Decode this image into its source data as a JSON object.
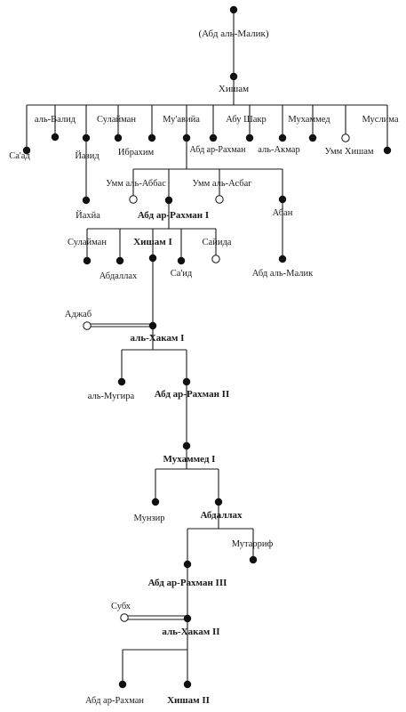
{
  "people": {
    "abd_al_malik_root": "(Абд аль-Малик)",
    "hisham": "Хишам",
    "al_walid": "аль-Валид",
    "sulayman": "Сулайман",
    "muawiya": "Му'авийа",
    "abu_shakr": "Абу Шакр",
    "muhammad": "Мухаммед",
    "muslima": "Муслима",
    "saad": "Са'ад",
    "yazid": "Йазид",
    "ibrahim": "Ибрахим",
    "abd_ar_rahman_s": "Абд ар-Рахман",
    "al_akmar": "аль-Акмар",
    "umm_hisham": "Умм Хишам",
    "umm_al_abbas": "Умм аль-Аббас",
    "umm_al_asbag": "Умм аль-Асбаг",
    "yahya": "Йахйа",
    "abd_ar_rahman_1": "Абд ар-Рахман I",
    "aban": "Абан",
    "sulayman2": "Сулайман",
    "hisham_1": "Хишам I",
    "sayyida": "Сайида",
    "abdallah_a": "Абдаллах",
    "said": "Са'ид",
    "abd_al_malik2": "Абд аль-Малик",
    "ajab": "Аджаб",
    "al_hakam_1": "аль-Хакам I",
    "al_mughira": "аль-Мугира",
    "abd_ar_rahman_2": "Абд ар-Рахман II",
    "muhammad_1": "Мухаммед I",
    "munzir": "Мунзир",
    "abdallah_b": "Абдаллах",
    "mutarrif": "Мутарриф",
    "abd_ar_rahman_3": "Абд ар-Рахман III",
    "subh": "Субх",
    "al_hakam_2": "аль-Хакам II",
    "abd_ar_rahman_last": "Абд ар-Рахман",
    "hisham_2": "Хишам II"
  },
  "legend_colors": {
    "line": "#1a1a1a",
    "male_node": "#111111",
    "female_node": "#ffffff"
  }
}
